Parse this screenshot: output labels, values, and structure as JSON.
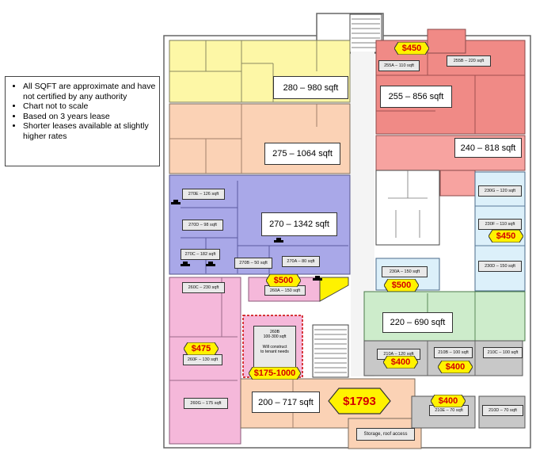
{
  "notes": [
    "All SQFT are approximate and have not certified by any authority",
    "Chart not to scale",
    "Based on 3 years lease",
    "Shorter leases available at slightly higher rates"
  ],
  "units": {
    "u280": "280 – 980 sqft",
    "u275": "275 – 1064 sqft",
    "u270": "270 – 1342 sqft",
    "u255": "255 – 856 sqft",
    "u240": "240 – 818 sqft",
    "u220": "220 – 690 sqft",
    "u200": "200 – 717 sqft"
  },
  "suites": {
    "s255a": "255A – 110 sqft",
    "s255b": "255B – 220 sqft",
    "s270e": "270E – 126 sqft",
    "s270d": "270D – 98 sqft",
    "s270c": "270C – 182 sqft",
    "s270b": "270B – 50 sqft",
    "s270a": "270A – 80 sqft",
    "s260c": "260C – 230 sqft",
    "s260a": "260A – 150 sqft",
    "s260f": "260F – 130 sqft",
    "s260g": "260G – 175 sqft",
    "s230g": "230G – 120 sqft",
    "s230f": "230F – 110 sqft",
    "s230d": "230D – 150 sqft",
    "s230a": "230A – 150 sqft",
    "s210a": "210A – 120 sqft",
    "s210b": "210B – 100 sqft",
    "s210c": "210C – 100 sqft",
    "s210e": "210E – 70 sqft",
    "s210d": "210D – 70 sqft"
  },
  "s260b": {
    "line1": "260B",
    "line2": "100-300 sqft",
    "line3": "Will construct",
    "line4": "to tenant needs"
  },
  "prices": {
    "p450a": "$450",
    "p450b": "$450",
    "p500a": "$500",
    "p500b": "$500",
    "p475": "$475",
    "p175": "$175-1000",
    "p400a": "$400",
    "p400b": "$400",
    "p400c": "$400",
    "p1793": "$1793"
  },
  "storage": "Storage, roof access",
  "colors": {
    "yellow": "#fdf7a6",
    "peach": "#fbd2b5",
    "purple": "#a9a8e8",
    "red": "#f08a86",
    "pink": "#f5b8da",
    "green": "#cdeccb",
    "lightblue": "#dcf0fa",
    "gray": "#c8c8c8",
    "price_fill": "#fff200",
    "price_text": "#d40000"
  }
}
